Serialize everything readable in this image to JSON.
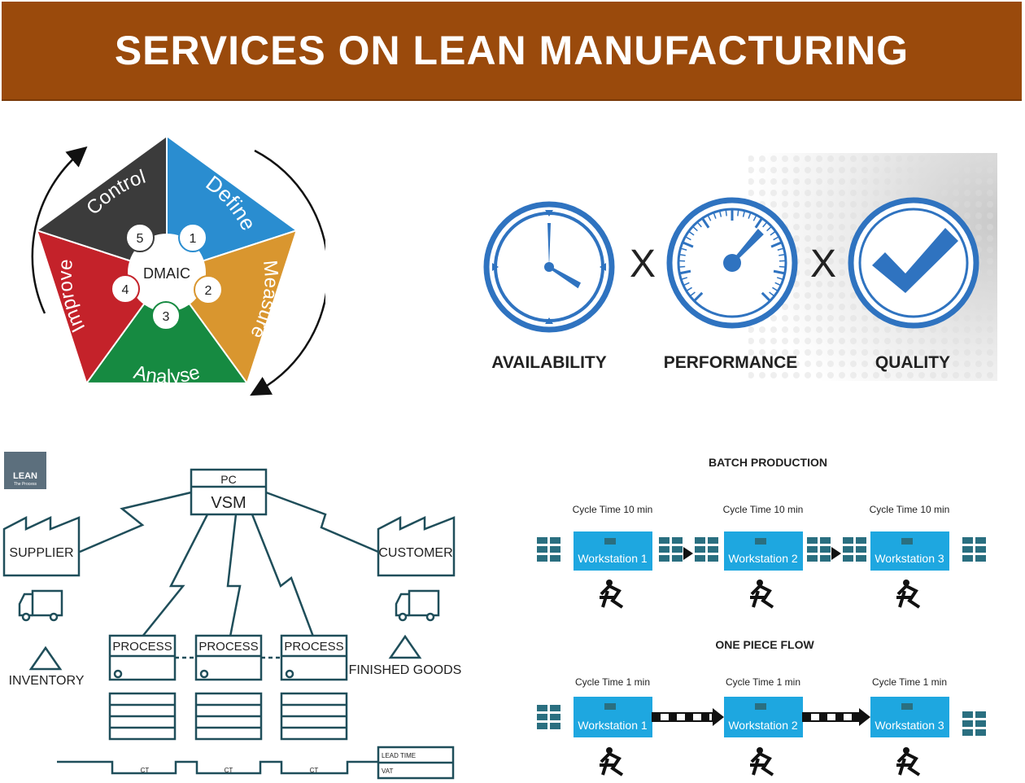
{
  "banner": {
    "title": "SERVICES ON LEAN MANUFACTURING"
  },
  "dmaic": {
    "center": "DMAIC",
    "segments": [
      {
        "label": "Define",
        "number": "1",
        "color": "#2a8dd0"
      },
      {
        "label": "Measure",
        "number": "2",
        "color": "#d9962f"
      },
      {
        "label": "Analyse",
        "number": "3",
        "color": "#168a41"
      },
      {
        "label": "Improve",
        "number": "4",
        "color": "#c4222a"
      },
      {
        "label": "Control",
        "number": "5",
        "color": "#3b3b3b"
      }
    ]
  },
  "oee": {
    "items": [
      "AVAILABILITY",
      "PERFORMANCE",
      "QUALITY"
    ],
    "operator": "X",
    "color": "#2f73c0"
  },
  "vsm": {
    "logo": {
      "title": "LEAN",
      "subtitle": "The Process"
    },
    "control": {
      "top": "PC",
      "bottom": "VSM"
    },
    "supplier": "SUPPLIER",
    "customer": "CUSTOMER",
    "inventory": "INVENTORY",
    "finished_goods": "FINISHED GOODS",
    "processes": [
      "PROCESS",
      "PROCESS",
      "PROCESS"
    ],
    "ct": [
      "CT",
      "CT",
      "CT"
    ],
    "lead_time": "LEAD TIME",
    "vat": "VAT"
  },
  "flow": {
    "batch": {
      "title": "BATCH PRODUCTION",
      "stations": [
        {
          "cycle": "Cycle Time 10 min",
          "name": "Workstation 1"
        },
        {
          "cycle": "Cycle Time 10 min",
          "name": "Workstation 2"
        },
        {
          "cycle": "Cycle Time 10 min",
          "name": "Workstation 3"
        }
      ]
    },
    "one_piece": {
      "title": "ONE PIECE FLOW",
      "stations": [
        {
          "cycle": "Cycle Time 1 min",
          "name": "Workstation 1"
        },
        {
          "cycle": "Cycle Time 1 min",
          "name": "Workstation 2"
        },
        {
          "cycle": "Cycle Time 1 min",
          "name": "Workstation 3"
        }
      ]
    }
  }
}
